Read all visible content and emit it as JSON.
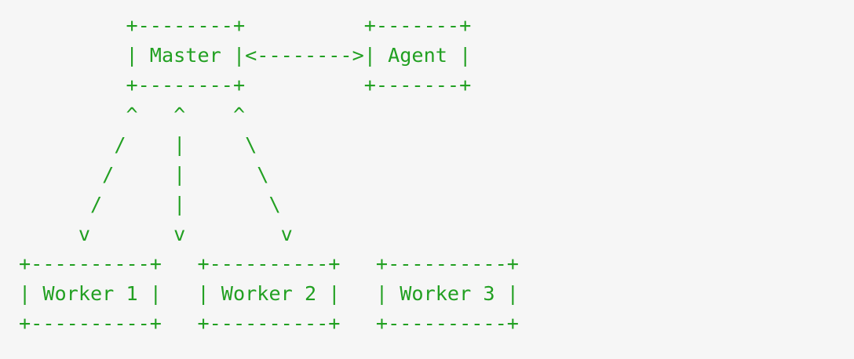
{
  "diagram": {
    "lines": [
      "         +--------+          +-------+",
      "         | Master |<-------->| Agent |",
      "         +--------+          +-------+",
      "         ^   ^    ^",
      "        /    |     \\",
      "       /     |      \\",
      "      /      |       \\",
      "     v       v        v",
      "+----------+   +----------+   +----------+",
      "| Worker 1 |   | Worker 2 |   | Worker 3 |",
      "+----------+   +----------+   +----------+"
    ]
  }
}
